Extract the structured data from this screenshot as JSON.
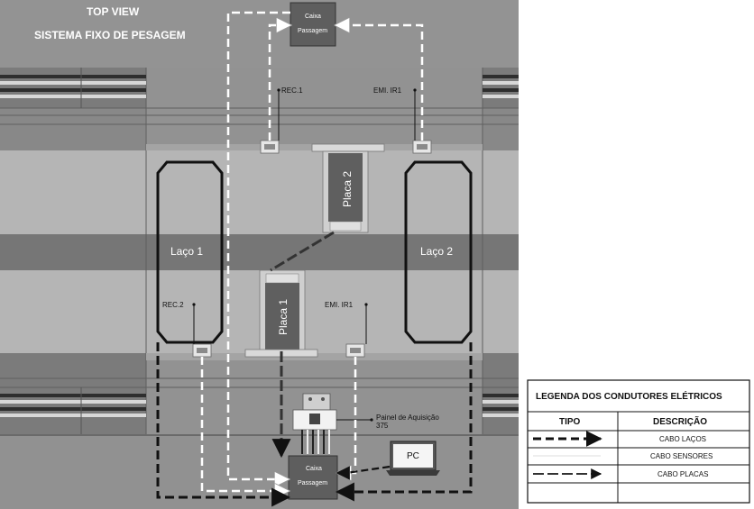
{
  "title": {
    "view": "TOP VIEW",
    "system": "SISTEMA FIXO DE PESAGEM"
  },
  "labels": {
    "caixa_top_1": "Caixa",
    "caixa_top_2": "Passagem",
    "caixa_bottom_1": "Caixa",
    "caixa_bottom_2": "Passagem",
    "rec1": "REC.1",
    "emi_top": "EMI. IR1",
    "rec2": "REC.2",
    "emi_bottom": "EMI. IR1",
    "placa1": "Placa 1",
    "placa2": "Placa 2",
    "laco1": "Laço 1",
    "laco2": "Laço 2",
    "painel_1": "Painel de Aquisição",
    "painel_2": "375",
    "pc": "PC"
  },
  "legend": {
    "title": "LEGENDA DOS CONDUTORES ELÉTRICOS",
    "col_tipo": "TIPO",
    "col_descricao": "DESCRIÇÃO",
    "rows": [
      {
        "style": "laco",
        "desc": "CABO LAÇOS"
      },
      {
        "style": "sensor",
        "desc": "CABO SENSORES"
      },
      {
        "style": "placa",
        "desc": "CABO PLACAS"
      },
      {
        "style": "empty",
        "desc": ""
      }
    ]
  },
  "colors": {
    "road_dark": "#6f6f6f",
    "road_light": "#b3b3b3",
    "road_mid": "#8e8e8e",
    "box": "#5e5e5e",
    "cable_laco": "#111111",
    "cable_sensor": "#ffffff",
    "cable_placa": "#333333"
  }
}
